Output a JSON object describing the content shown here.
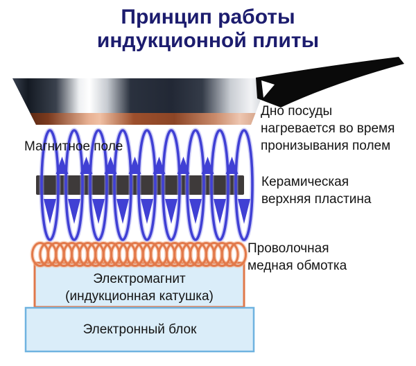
{
  "title": {
    "line1": "Принцип работы",
    "line2": "индукционной плиты"
  },
  "labels": {
    "magnetic_field": "Магнитное поле",
    "pan_bottom_line1": "Дно посуды",
    "pan_bottom_line2": "нагревается во время",
    "pan_bottom_line3": "пронизывания полем",
    "ceramic_line1": "Керамическая",
    "ceramic_line2": "верхняя пластина",
    "winding_line1": "Проволочная",
    "winding_line2": "медная обмотка",
    "electromagnet_line1": "Электромагнит",
    "electromagnet_line2": "(индукционная катушка)",
    "electronic_unit": "Электронный блок"
  },
  "colors": {
    "title_navy": "#1c1c6e",
    "label_black": "#141414",
    "field_blue": "#4040d4",
    "field_blue_glow": "#9d9df0",
    "coil_orange": "#e2794a",
    "coil_orange_glow": "#f3b08a",
    "ceramic_gray": "#3e3a3a",
    "box_fill": "#daedf9",
    "electromagnet_border": "#e0784a",
    "electronic_border": "#6fb3e0",
    "pan_copper": "#a0522d",
    "pan_handle_black": "#0a0a0a"
  }
}
